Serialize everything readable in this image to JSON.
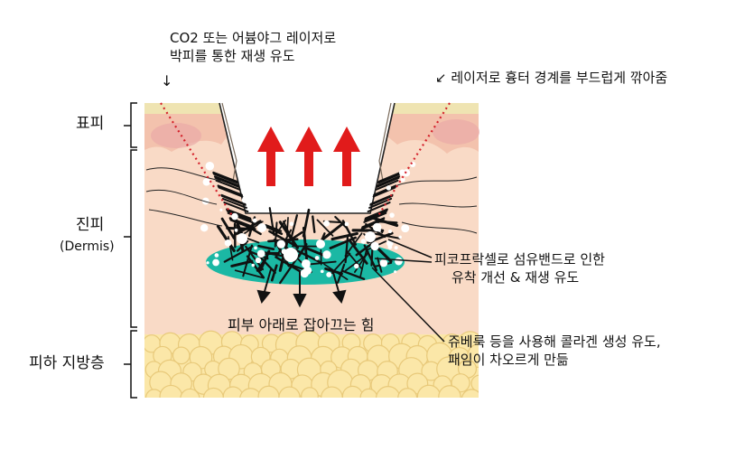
{
  "annotations": {
    "co2_line1": "CO2 또는 어븀야그 레이저로",
    "co2_line2": "박피를 통한 재생 유도",
    "co2_arrow": "↓",
    "laser_edge": "↙ 레이저로 흉터 경계를 부드럽게 깎아줌",
    "picopractcell_line1": "피코프락셀로 섬유밴드로 인한",
    "picopractcell_line2": "유착 개선 & 재생 유도",
    "pull_down": "피부 아래로 잡아끄는 힘",
    "juvelook_line1": "쥬베룩 등을 사용해 콜라겐 생성 유도,",
    "juvelook_line2": "패임이 차오르게 만듦"
  },
  "layers": {
    "epidermis": "표피",
    "dermis": "진피",
    "dermis_en": "(Dermis)",
    "subcutaneous": "피하 지방층"
  },
  "colors": {
    "epidermis": "#f3c2ad",
    "epidermis_top": "#efe4b2",
    "dermis": "#f9dac6",
    "fat_cell": "#fbe7a8",
    "fat_edge": "#e8c97a",
    "teal_zone": "#1bb8a4",
    "red_arrow": "#e11b1b",
    "dotted_line": "#d4202a",
    "fiber": "#111111"
  },
  "icons": [
    "up-arrow-icon",
    "down-arrow-icon",
    "bracket-icon"
  ]
}
